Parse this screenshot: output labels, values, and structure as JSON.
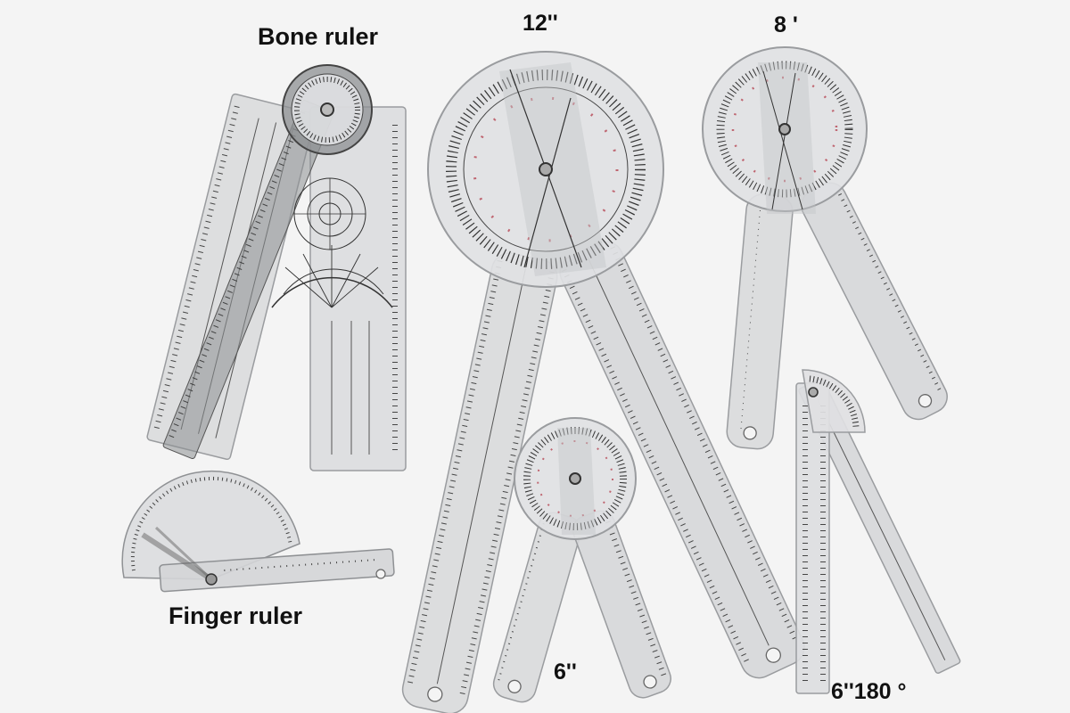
{
  "labels": {
    "bone_ruler": "Bone ruler",
    "twelve_inch": "12''",
    "eight_inch": "8 '",
    "finger_ruler": "Finger ruler",
    "six_inch": "6''",
    "six_inch_180": "6''180 °"
  },
  "colors": {
    "background": "#f4f4f4",
    "plastic": "#d9dadc",
    "plastic_edge": "#9a9c9f",
    "marking": "#2b2b2b",
    "red_marking": "#b03040"
  }
}
